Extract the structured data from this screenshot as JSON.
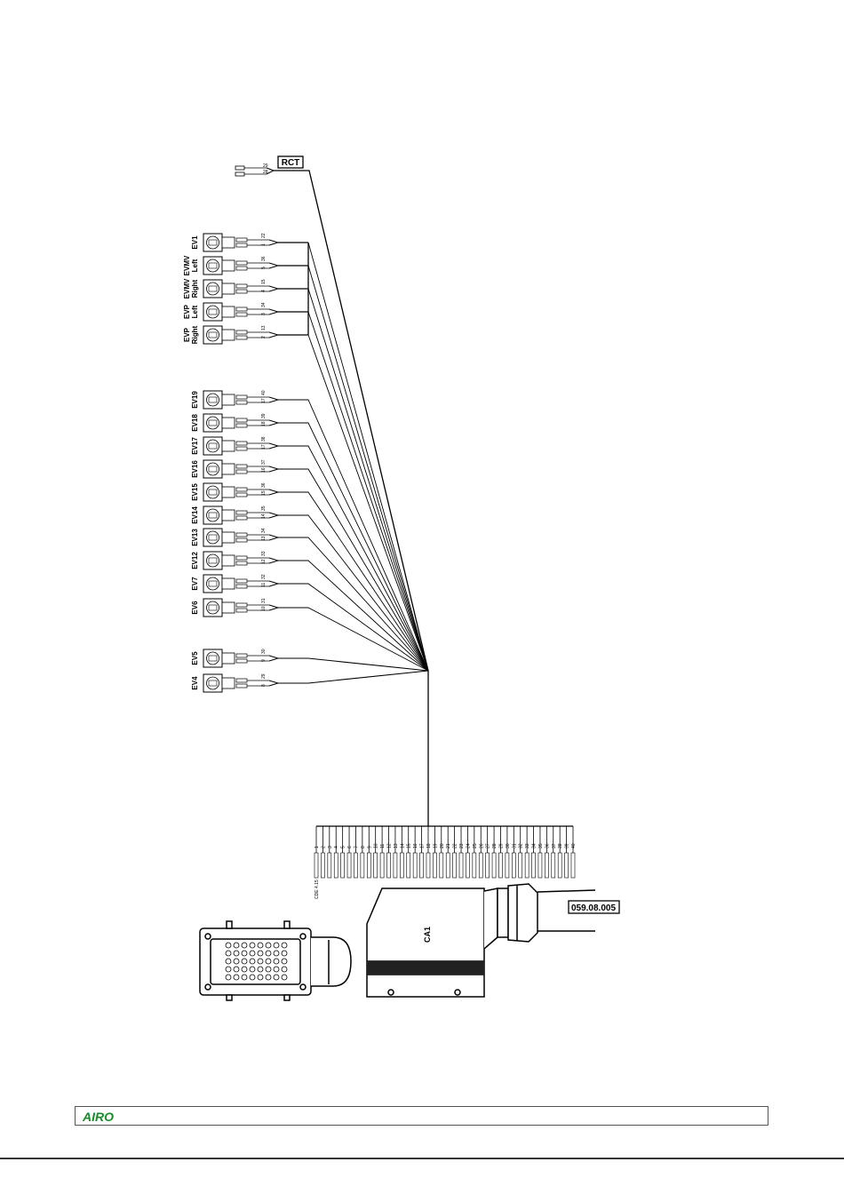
{
  "rct_label": "RCT",
  "rct_pins": [
    "29",
    "28"
  ],
  "group1": [
    {
      "lines": [
        "EV1"
      ],
      "pins": [
        "22",
        "1"
      ]
    },
    {
      "lines": [
        "EVMV",
        "Left"
      ],
      "pins": [
        "36",
        "5"
      ]
    },
    {
      "lines": [
        "EVMV",
        "Right"
      ],
      "pins": [
        "15",
        "4"
      ]
    },
    {
      "lines": [
        "EVP",
        "Left"
      ],
      "pins": [
        "34",
        "3"
      ]
    },
    {
      "lines": [
        "EVP",
        "Right"
      ],
      "pins": [
        "13",
        "2"
      ]
    }
  ],
  "group2": [
    {
      "lines": [
        "EV19"
      ],
      "pins": [
        "40",
        "17"
      ]
    },
    {
      "lines": [
        "EV18"
      ],
      "pins": [
        "39",
        "18"
      ]
    },
    {
      "lines": [
        "EV17"
      ],
      "pins": [
        "38",
        "17"
      ]
    },
    {
      "lines": [
        "EV16"
      ],
      "pins": [
        "37",
        "16"
      ]
    },
    {
      "lines": [
        "EV15"
      ],
      "pins": [
        "36",
        "15"
      ]
    },
    {
      "lines": [
        "EV14"
      ],
      "pins": [
        "35",
        "14"
      ]
    },
    {
      "lines": [
        "EV13"
      ],
      "pins": [
        "34",
        "13"
      ]
    },
    {
      "lines": [
        "EV12"
      ],
      "pins": [
        "33",
        "12"
      ]
    },
    {
      "lines": [
        "EV7"
      ],
      "pins": [
        "32",
        "11"
      ]
    },
    {
      "lines": [
        "EV6"
      ],
      "pins": [
        "31",
        "10"
      ]
    }
  ],
  "group3": [
    {
      "lines": [
        "EV5"
      ],
      "pins": [
        "30",
        "9"
      ]
    },
    {
      "lines": [
        "EV4"
      ],
      "pins": [
        "29",
        "8"
      ]
    }
  ],
  "bus_pins": [
    "1",
    "2",
    "3",
    "4",
    "5",
    "6",
    "7",
    "8",
    "9",
    "10",
    "11",
    "12",
    "13",
    "14",
    "15",
    "16",
    "17",
    "18",
    "19",
    "20",
    "21",
    "22",
    "23",
    "24",
    "25",
    "26",
    "27",
    "28",
    "29",
    "30",
    "31",
    "32",
    "33",
    "34",
    "35",
    "36",
    "37",
    "38",
    "39",
    "40"
  ],
  "wire_note": "CDE 4.15",
  "connector_label": "CA1",
  "part_number": "059.08.005",
  "logo_text": "AIRO",
  "colors": {
    "line": "#000000",
    "logo": "#1a8a2a"
  }
}
